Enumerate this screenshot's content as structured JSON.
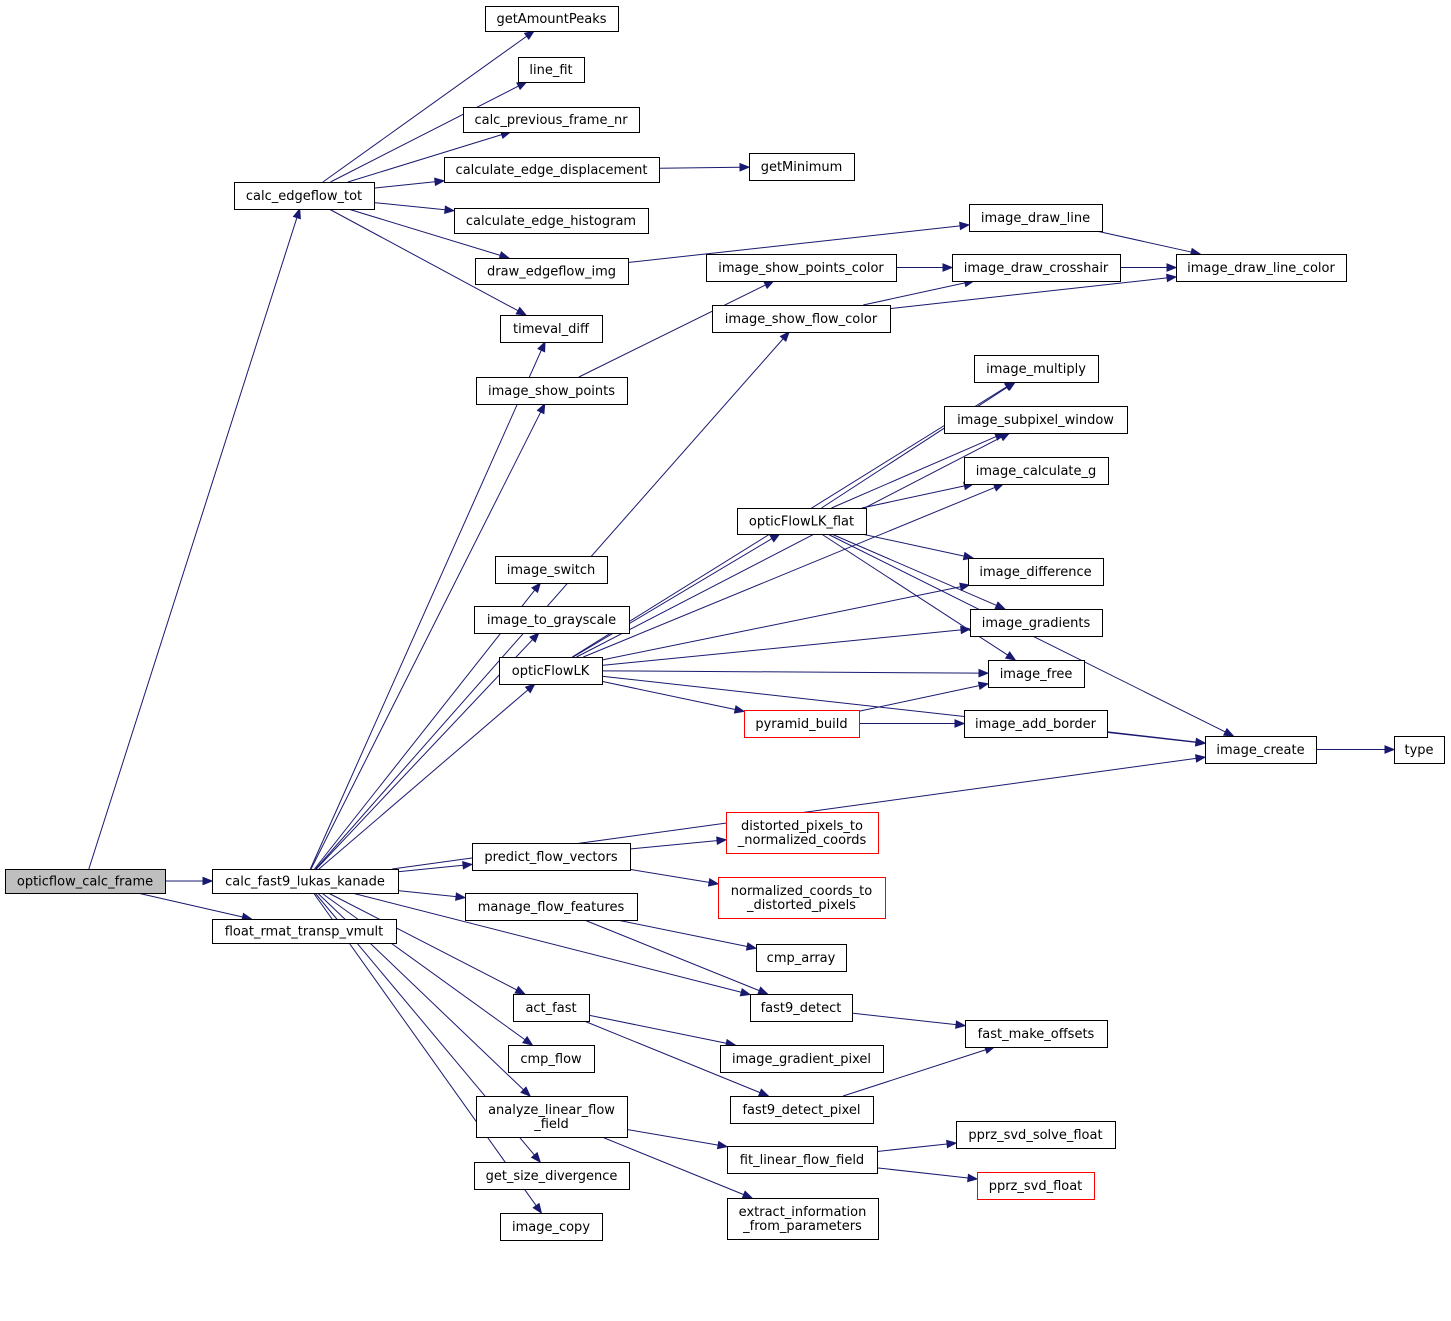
{
  "colors": {
    "edge": "#191970",
    "root_fill": "#bfbfbf",
    "truncated_border": "#ff0000"
  },
  "nodes": {
    "opticflow_calc_frame": "opticflow_calc_frame",
    "calc_edgeflow_tot": "calc_edgeflow_tot",
    "calc_fast9_lukas_kanade": "calc_fast9_lukas_kanade",
    "float_rmat_transp_vmult": "float_rmat_transp_vmult",
    "getAmountPeaks": "getAmountPeaks",
    "line_fit": "line_fit",
    "calc_previous_frame_nr": "calc_previous_frame_nr",
    "calculate_edge_displacement": "calculate_edge_displacement",
    "getMinimum": "getMinimum",
    "calculate_edge_histogram": "calculate_edge_histogram",
    "image_draw_line": "image_draw_line",
    "draw_edgeflow_img": "draw_edgeflow_img",
    "image_draw_line_color": "image_draw_line_color",
    "image_show_points_color": "image_show_points_color",
    "image_draw_crosshair": "image_draw_crosshair",
    "image_show_flow_color": "image_show_flow_color",
    "timeval_diff": "timeval_diff",
    "image_multiply": "image_multiply",
    "image_show_points": "image_show_points",
    "image_subpixel_window": "image_subpixel_window",
    "image_calculate_g": "image_calculate_g",
    "opticFlowLK_flat": "opticFlowLK_flat",
    "image_switch": "image_switch",
    "image_difference": "image_difference",
    "image_to_grayscale": "image_to_grayscale",
    "image_gradients": "image_gradients",
    "opticFlowLK": "opticFlowLK",
    "image_free": "image_free",
    "pyramid_build": "pyramid_build",
    "image_add_border": "image_add_border",
    "image_create": "image_create",
    "type": "type",
    "distorted_pixels_to_normalized_coords": [
      "distorted_pixels_to",
      "_normalized_coords"
    ],
    "predict_flow_vectors": "predict_flow_vectors",
    "normalized_coords_to_distorted_pixels": [
      "normalized_coords_to",
      "_distorted_pixels"
    ],
    "manage_flow_features": "manage_flow_features",
    "cmp_array": "cmp_array",
    "act_fast": "act_fast",
    "fast9_detect": "fast9_detect",
    "fast_make_offsets": "fast_make_offsets",
    "cmp_flow": "cmp_flow",
    "image_gradient_pixel": "image_gradient_pixel",
    "analyze_linear_flow_field": [
      "analyze_linear_flow",
      "_field"
    ],
    "fast9_detect_pixel": "fast9_detect_pixel",
    "pprz_svd_solve_float": "pprz_svd_solve_float",
    "fit_linear_flow_field": "fit_linear_flow_field",
    "get_size_divergence": "get_size_divergence",
    "pprz_svd_float": "pprz_svd_float",
    "extract_information_from_parameters": [
      "extract_information",
      "_from_parameters"
    ],
    "image_copy": "image_copy"
  },
  "edges": [
    [
      "opticflow_calc_frame",
      "calc_edgeflow_tot"
    ],
    [
      "opticflow_calc_frame",
      "calc_fast9_lukas_kanade"
    ],
    [
      "opticflow_calc_frame",
      "float_rmat_transp_vmult"
    ],
    [
      "calc_edgeflow_tot",
      "getAmountPeaks"
    ],
    [
      "calc_edgeflow_tot",
      "line_fit"
    ],
    [
      "calc_edgeflow_tot",
      "calc_previous_frame_nr"
    ],
    [
      "calc_edgeflow_tot",
      "calculate_edge_displacement"
    ],
    [
      "calc_edgeflow_tot",
      "calculate_edge_histogram"
    ],
    [
      "calc_edgeflow_tot",
      "draw_edgeflow_img"
    ],
    [
      "calc_edgeflow_tot",
      "timeval_diff"
    ],
    [
      "calculate_edge_displacement",
      "getMinimum"
    ],
    [
      "draw_edgeflow_img",
      "image_draw_line"
    ],
    [
      "image_draw_line",
      "image_draw_line_color"
    ],
    [
      "image_show_points_color",
      "image_draw_crosshair"
    ],
    [
      "image_draw_crosshair",
      "image_draw_line_color"
    ],
    [
      "image_show_flow_color",
      "image_draw_crosshair"
    ],
    [
      "image_show_flow_color",
      "image_draw_line_color"
    ],
    [
      "image_show_points",
      "image_show_points_color"
    ],
    [
      "calc_fast9_lukas_kanade",
      "timeval_diff"
    ],
    [
      "calc_fast9_lukas_kanade",
      "image_show_points"
    ],
    [
      "calc_fast9_lukas_kanade",
      "image_show_flow_color"
    ],
    [
      "calc_fast9_lukas_kanade",
      "image_switch"
    ],
    [
      "calc_fast9_lukas_kanade",
      "image_to_grayscale"
    ],
    [
      "calc_fast9_lukas_kanade",
      "opticFlowLK"
    ],
    [
      "calc_fast9_lukas_kanade",
      "predict_flow_vectors"
    ],
    [
      "calc_fast9_lukas_kanade",
      "manage_flow_features"
    ],
    [
      "calc_fast9_lukas_kanade",
      "fast9_detect"
    ],
    [
      "calc_fast9_lukas_kanade",
      "act_fast"
    ],
    [
      "calc_fast9_lukas_kanade",
      "cmp_flow"
    ],
    [
      "calc_fast9_lukas_kanade",
      "analyze_linear_flow_field"
    ],
    [
      "calc_fast9_lukas_kanade",
      "get_size_divergence"
    ],
    [
      "calc_fast9_lukas_kanade",
      "image_copy"
    ],
    [
      "calc_fast9_lukas_kanade",
      "image_create"
    ],
    [
      "opticFlowLK",
      "image_multiply"
    ],
    [
      "opticFlowLK",
      "image_subpixel_window"
    ],
    [
      "opticFlowLK",
      "image_calculate_g"
    ],
    [
      "opticFlowLK",
      "opticFlowLK_flat"
    ],
    [
      "opticFlowLK",
      "image_difference"
    ],
    [
      "opticFlowLK",
      "image_gradients"
    ],
    [
      "opticFlowLK",
      "image_free"
    ],
    [
      "opticFlowLK",
      "pyramid_build"
    ],
    [
      "opticFlowLK",
      "image_create"
    ],
    [
      "opticFlowLK_flat",
      "image_multiply"
    ],
    [
      "opticFlowLK_flat",
      "image_calculate_g"
    ],
    [
      "opticFlowLK_flat",
      "image_subpixel_window"
    ],
    [
      "opticFlowLK_flat",
      "image_difference"
    ],
    [
      "opticFlowLK_flat",
      "image_gradients"
    ],
    [
      "opticFlowLK_flat",
      "image_free"
    ],
    [
      "opticFlowLK_flat",
      "image_create"
    ],
    [
      "pyramid_build",
      "image_free"
    ],
    [
      "pyramid_build",
      "image_add_border"
    ],
    [
      "image_add_border",
      "image_create"
    ],
    [
      "image_create",
      "type"
    ],
    [
      "predict_flow_vectors",
      "distorted_pixels_to_normalized_coords"
    ],
    [
      "predict_flow_vectors",
      "normalized_coords_to_distorted_pixels"
    ],
    [
      "manage_flow_features",
      "cmp_array"
    ],
    [
      "manage_flow_features",
      "fast9_detect"
    ],
    [
      "fast9_detect",
      "fast_make_offsets"
    ],
    [
      "act_fast",
      "image_gradient_pixel"
    ],
    [
      "act_fast",
      "fast9_detect_pixel"
    ],
    [
      "fast9_detect_pixel",
      "fast_make_offsets"
    ],
    [
      "analyze_linear_flow_field",
      "fit_linear_flow_field"
    ],
    [
      "analyze_linear_flow_field",
      "extract_information_from_parameters"
    ],
    [
      "fit_linear_flow_field",
      "pprz_svd_solve_float"
    ],
    [
      "fit_linear_flow_field",
      "pprz_svd_float"
    ]
  ]
}
